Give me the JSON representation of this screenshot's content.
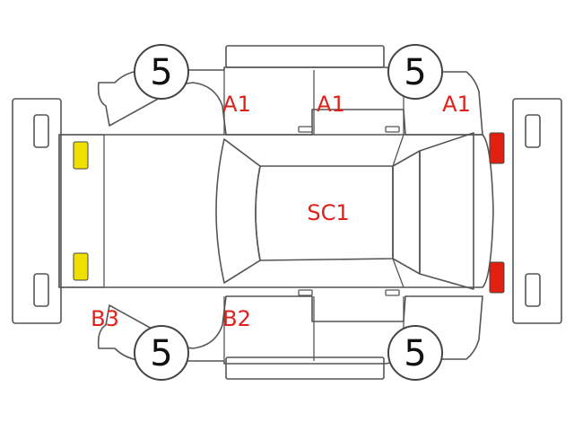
{
  "wheels": {
    "front_left": "5",
    "front_right": "5",
    "rear_left": "5",
    "rear_right": "5"
  },
  "damage_codes": {
    "left_front_door": "A1",
    "left_rear_door": "A1",
    "left_rear_fender": "A1",
    "roof": "SC1",
    "right_front_fender": "B3",
    "right_front_door": "B2"
  },
  "colors": {
    "outline": "#555555",
    "code_text": "#e0201b",
    "headlight": "#f0e000",
    "taillight": "#e02010"
  }
}
